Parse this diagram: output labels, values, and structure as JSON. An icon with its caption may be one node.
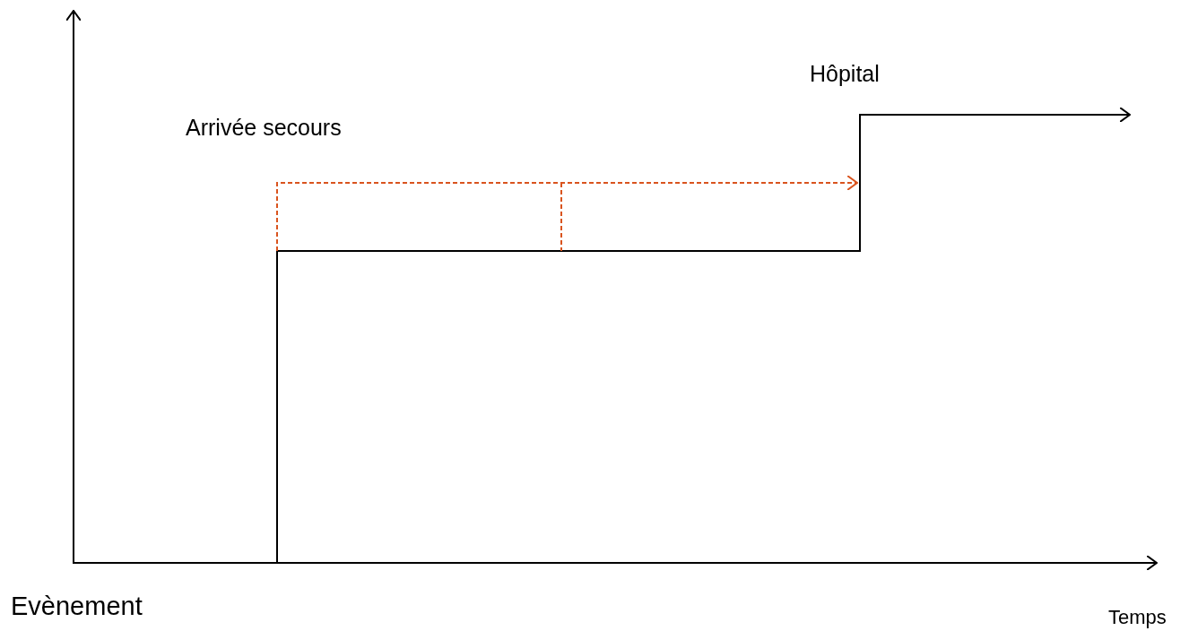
{
  "diagram": {
    "labels": [
      "Hôpital",
      "Arrivée secours",
      "Evènement",
      "Temps"
    ]
  }
}
